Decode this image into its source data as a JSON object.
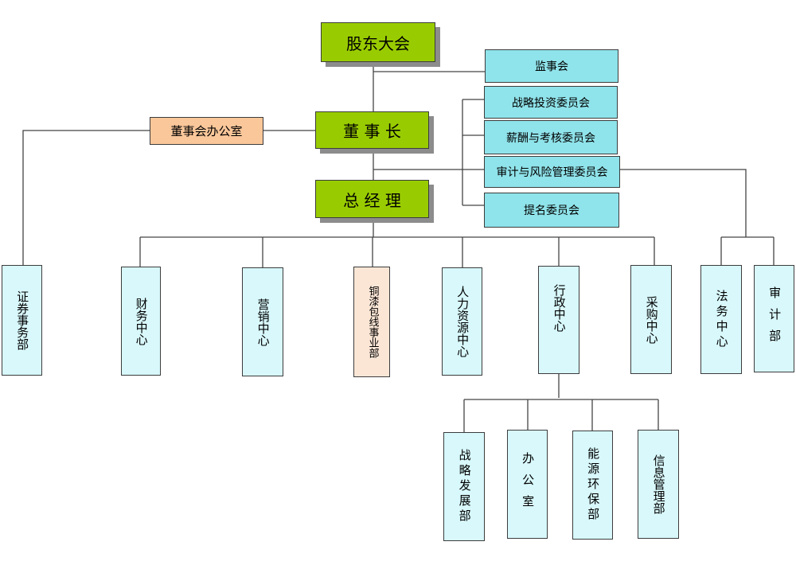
{
  "top": {
    "shareholders": "股东大会",
    "chairman": "董 事 长",
    "gm": "总 经 理",
    "board_office": "董事会办公室",
    "supervisors": "监事会"
  },
  "committees": [
    "战略投资委员会",
    "薪酬与考核委员会",
    "审计与风险管理委员会",
    "提名委员会"
  ],
  "departments": {
    "securities": "证券事务部",
    "finance": "财务中心",
    "marketing": "营销中心",
    "copper": "铜漆包线事业部",
    "hr": "人力资源中心",
    "admin": "行政中心",
    "purchase": "采购中心",
    "legal": "法务中心",
    "audit": "审计部"
  },
  "admin_subs": {
    "strategy": "战略发展部",
    "office": "办公室",
    "energy": "能源环保部",
    "info": "信息管理部"
  },
  "colors": {
    "green": "#99cc00",
    "cyan": "#8fe3ea",
    "peach": "#fac79a",
    "light_cyan": "#d8f8fb",
    "tan": "#fbe6d6"
  }
}
